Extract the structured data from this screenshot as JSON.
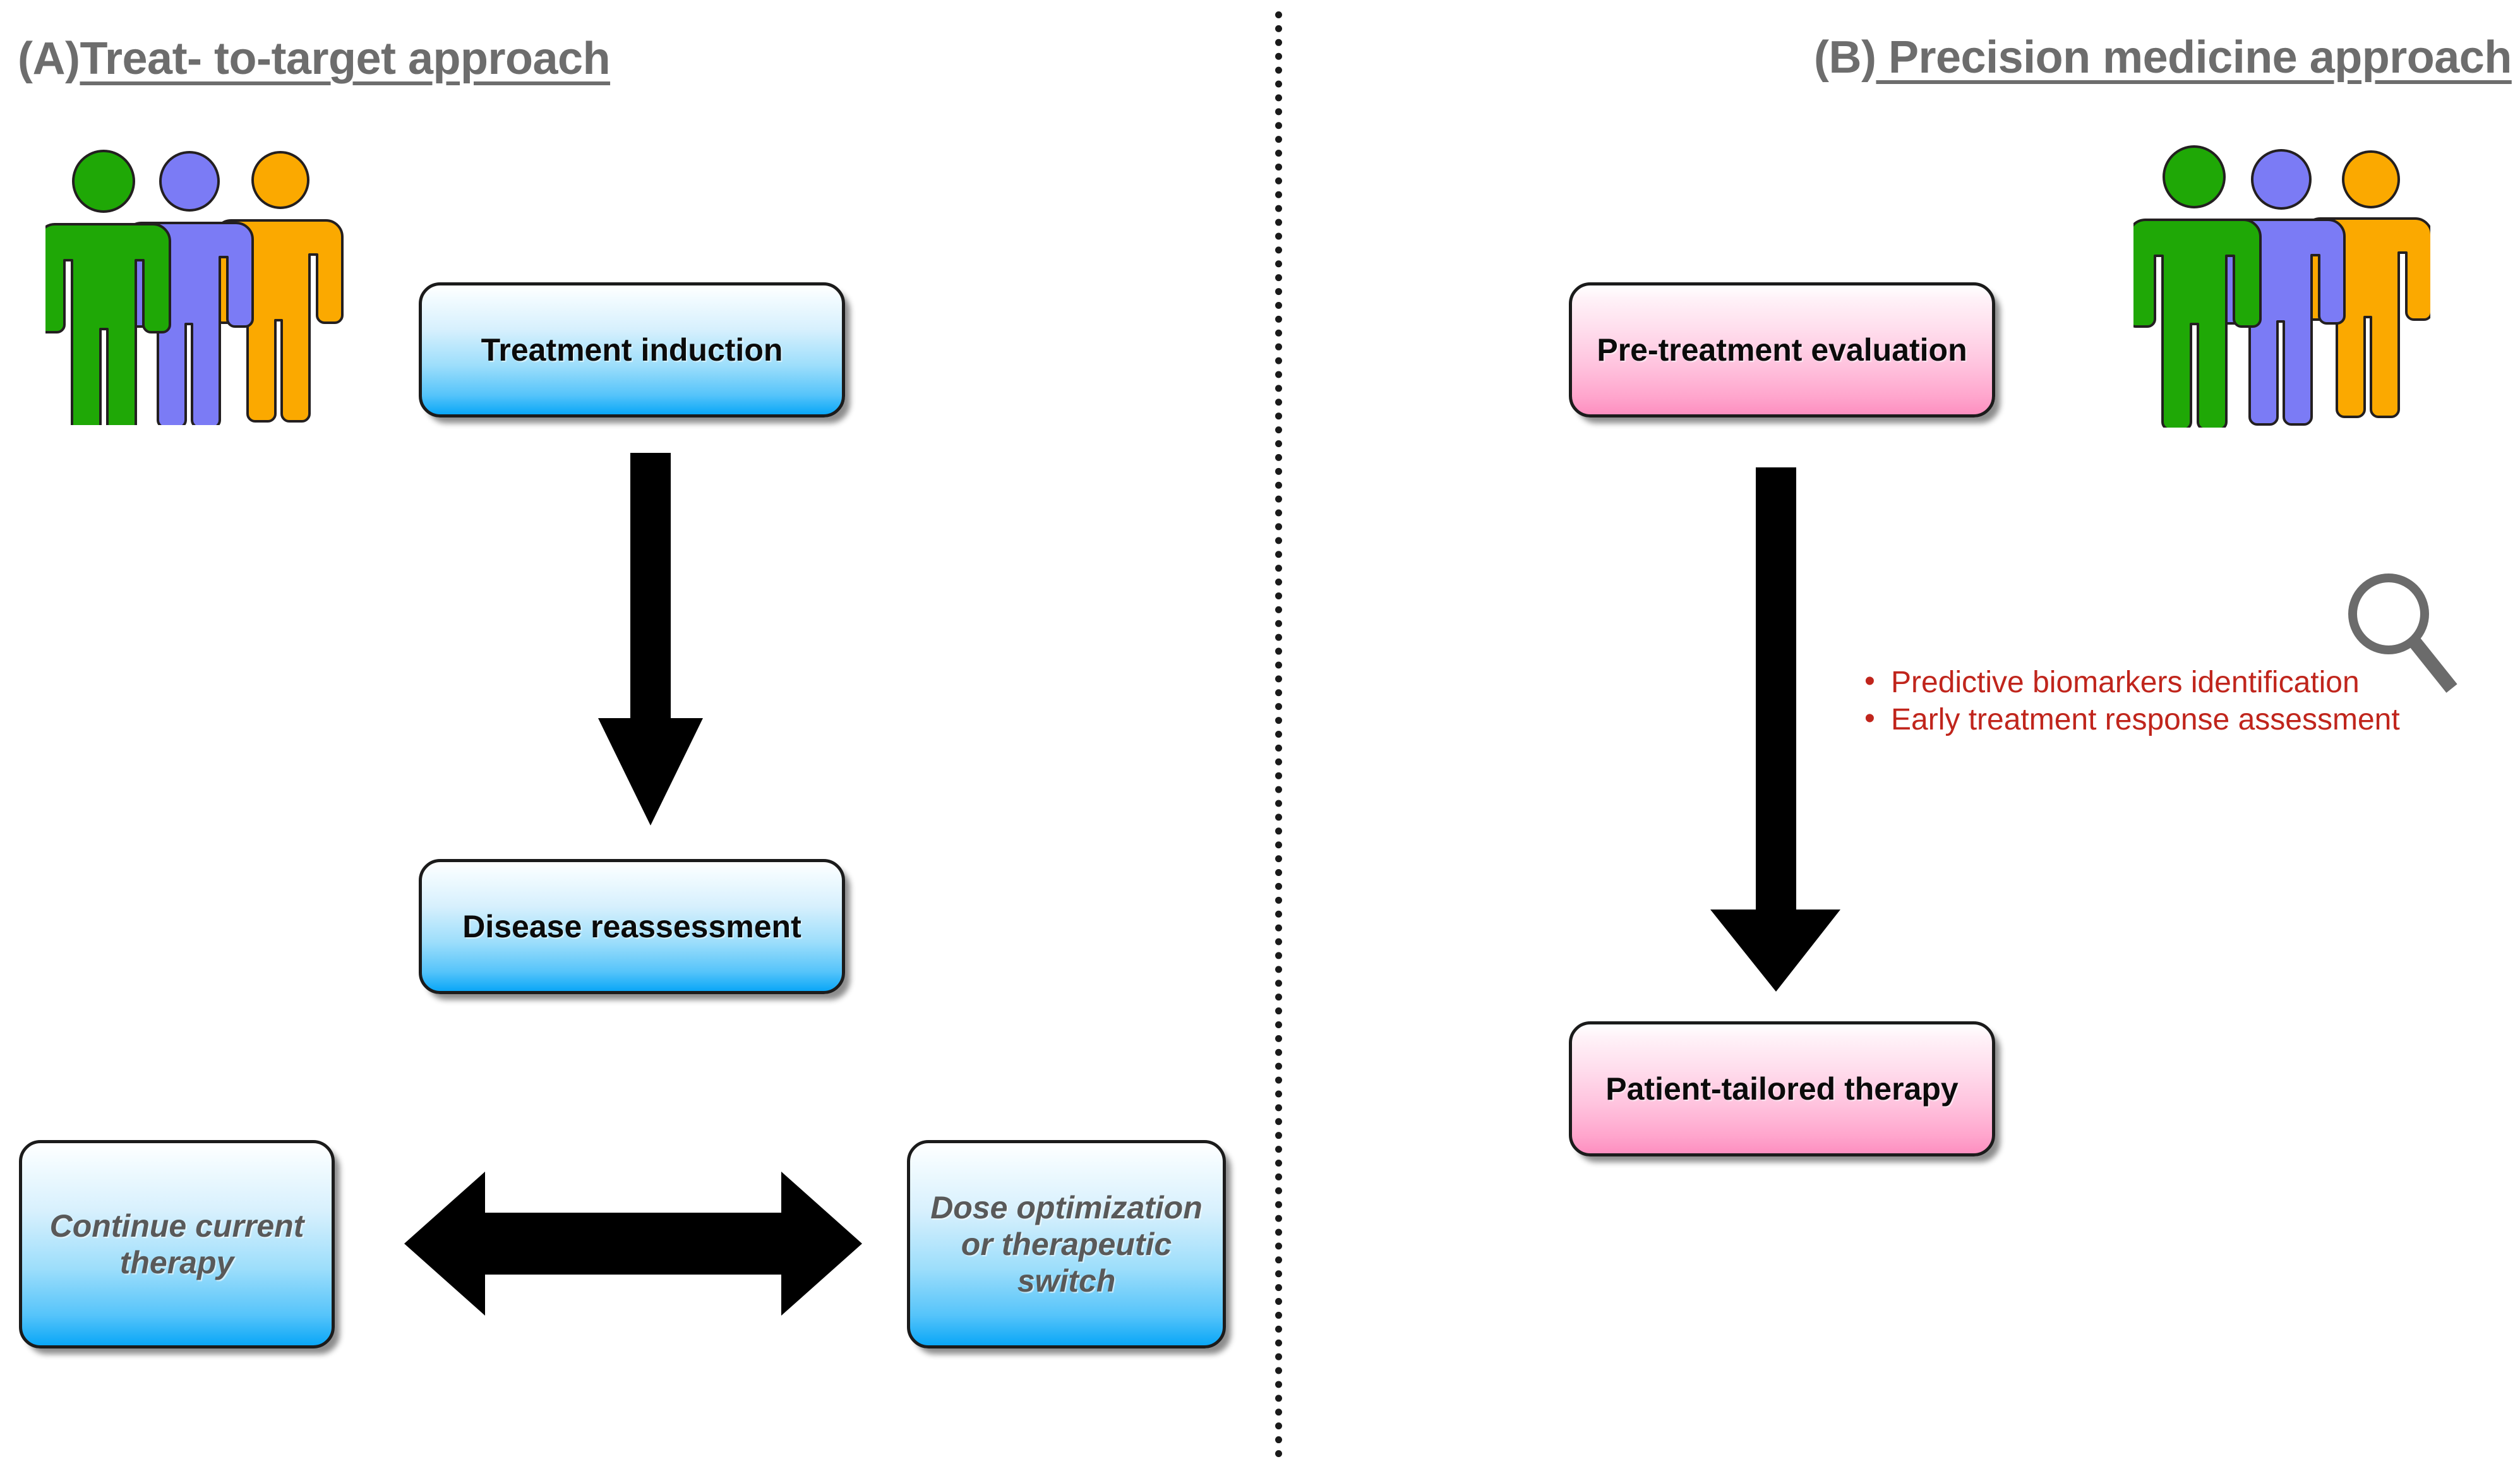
{
  "figure": {
    "background_color": "#ffffff",
    "divider": {
      "style": "dotted-vertical",
      "color": "#1a1a1a"
    }
  },
  "panels": [
    {
      "id": "a",
      "label_prefix": "(A)",
      "title": "Treat- to-target approach",
      "title_color": "#6d6d6d",
      "people_group": {
        "name": "patient-cohort-a",
        "figures": [
          {
            "color": "#1fa806",
            "name": "person-green"
          },
          {
            "color": "#7b7bf5",
            "name": "person-blue"
          },
          {
            "color": "#fba900",
            "name": "person-orange"
          }
        ]
      },
      "boxes": [
        {
          "id": "treatment-induction",
          "text": "Treatment induction",
          "style": "blue",
          "text_style": "dark"
        },
        {
          "id": "disease-reassessment",
          "text": "Disease reassessment",
          "style": "blue",
          "text_style": "dark"
        },
        {
          "id": "continue-therapy",
          "text": "Continue current therapy",
          "style": "blue",
          "text_style": "gray-italic"
        },
        {
          "id": "dose-optimization",
          "text": "Dose optimization or therapeutic switch",
          "style": "blue",
          "text_style": "gray-italic"
        }
      ],
      "arrows": [
        {
          "id": "arrow-down-a",
          "direction": "down",
          "color": "#000000"
        },
        {
          "id": "arrow-double",
          "direction": "left-right",
          "color": "#000000"
        }
      ]
    },
    {
      "id": "b",
      "label_prefix": "(B)",
      "title": " Precision medicine approach",
      "title_color": "#6d6d6d",
      "people_group": {
        "name": "patient-cohort-b",
        "figures": [
          {
            "color": "#1fa806",
            "name": "person-green"
          },
          {
            "color": "#7b7bf5",
            "name": "person-blue"
          },
          {
            "color": "#fba900",
            "name": "person-orange"
          }
        ]
      },
      "boxes": [
        {
          "id": "pretreatment-evaluation",
          "text": "Pre-treatment evaluation",
          "style": "pink",
          "text_style": "dark"
        },
        {
          "id": "patient-tailored-therapy",
          "text": "Patient-tailored therapy",
          "style": "pink",
          "text_style": "dark"
        }
      ],
      "arrows": [
        {
          "id": "arrow-down-b",
          "direction": "down",
          "color": "#000000"
        }
      ],
      "annotations": {
        "color": "#c0251c",
        "bullets": [
          "Predictive biomarkers identification",
          "Early treatment response assessment"
        ],
        "icon": {
          "name": "magnifier-icon",
          "color": "#6b6b6b"
        }
      }
    }
  ],
  "colors": {
    "box_blue_top": "#ffffff",
    "box_blue_bottom": "#0aa7f7",
    "box_pink_top": "#ffffff",
    "box_pink_bottom": "#fd8fc0",
    "box_border": "#1b1b1b",
    "title_gray": "#6d6d6d",
    "annotation_red": "#c0251c",
    "arrow_black": "#000000",
    "person_green": "#1fa806",
    "person_blue": "#7b7bf5",
    "person_orange": "#fba900"
  }
}
